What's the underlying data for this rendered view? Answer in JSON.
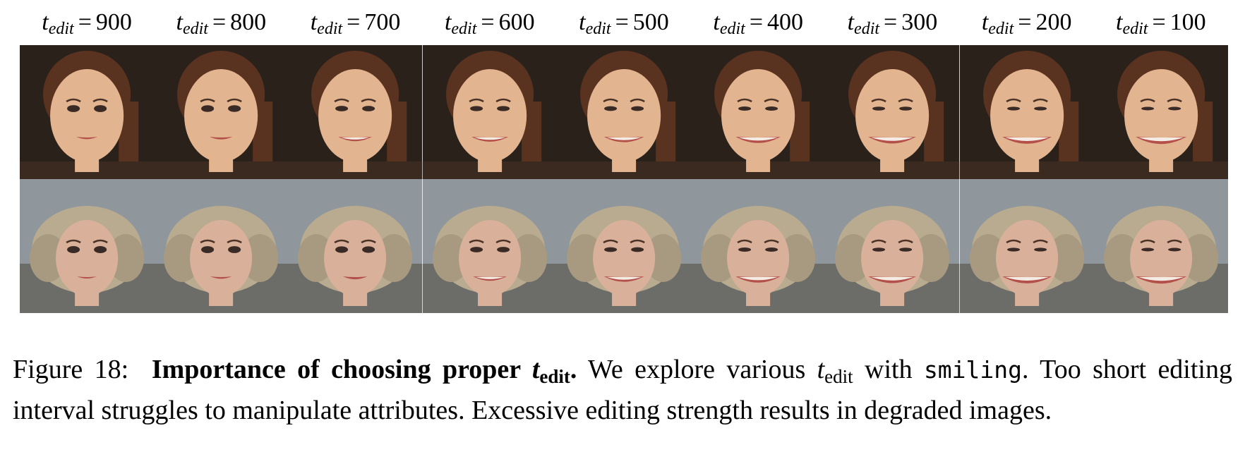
{
  "columns": [
    {
      "t": "t",
      "sub": "edit",
      "eq": "=",
      "value": "900"
    },
    {
      "t": "t",
      "sub": "edit",
      "eq": "=",
      "value": "800"
    },
    {
      "t": "t",
      "sub": "edit",
      "eq": "=",
      "value": "700"
    },
    {
      "t": "t",
      "sub": "edit",
      "eq": "=",
      "value": "600"
    },
    {
      "t": "t",
      "sub": "edit",
      "eq": "=",
      "value": "500"
    },
    {
      "t": "t",
      "sub": "edit",
      "eq": "=",
      "value": "400"
    },
    {
      "t": "t",
      "sub": "edit",
      "eq": "=",
      "value": "300"
    },
    {
      "t": "t",
      "sub": "edit",
      "eq": "=",
      "value": "200"
    },
    {
      "t": "t",
      "sub": "edit",
      "eq": "=",
      "value": "100"
    }
  ],
  "rows": [
    {
      "subject": "woman-brunette",
      "smile_levels": [
        0.05,
        0.1,
        0.45,
        0.55,
        0.65,
        0.8,
        0.9,
        0.95,
        1.0
      ],
      "colors": {
        "bg": "#2a211b",
        "hair": "#5a3220",
        "skin": "#e2b48f",
        "cloth": "#3a2a20"
      }
    },
    {
      "subject": "woman-blonde",
      "smile_levels": [
        0.0,
        0.05,
        0.15,
        0.45,
        0.65,
        0.8,
        0.9,
        0.95,
        1.0
      ],
      "colors": {
        "bg": "#8f969c",
        "hair": "#b8ab90",
        "skin": "#d9b09a",
        "cloth": "#6a6a72"
      }
    }
  ],
  "caption": {
    "figure_label": "Figure 18:",
    "bold_text": "Importance of choosing proper ",
    "math_t": "t",
    "math_sub": "edit",
    "bold_period": ".",
    "text_1": " We explore various ",
    "math_t2": "t",
    "math_sub2": "edit",
    "text_2": " with ",
    "mono_word": "smiling",
    "text_3": ". Too short editing interval struggles to manipulate attributes. Excessive editing strength results in degraded images."
  }
}
